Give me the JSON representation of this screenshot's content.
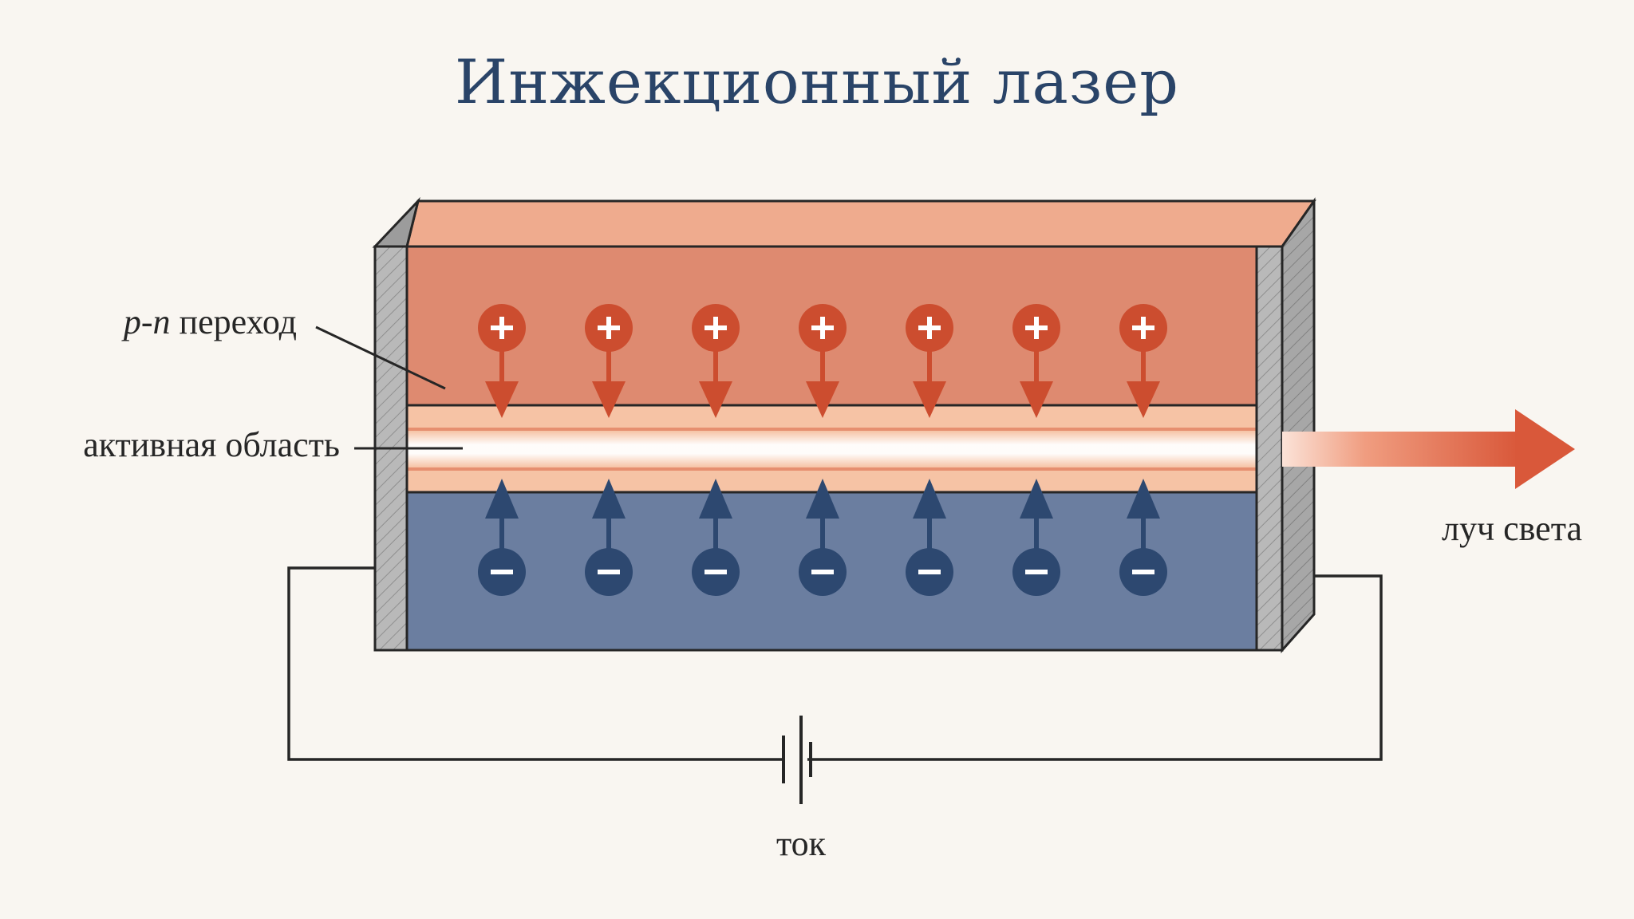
{
  "title": "Инжекционный лазер",
  "labels": {
    "pn_italic": "p-n",
    "pn_rest": "переход",
    "active_region": "активная область",
    "beam": "луч света",
    "current": "ток"
  },
  "carriers": {
    "hole_symbol": "+",
    "electron_symbol": "−",
    "count": 7
  },
  "colors": {
    "title": "#2a4468",
    "p_layer": "#de8a70",
    "p_top": "#efab8e",
    "active_layer": "#f6c3a5",
    "n_layer": "#6b7ea0",
    "hole": "#cc4d2f",
    "electron": "#2d4870",
    "beam": "#d9583a",
    "contact": "#b8b8b8",
    "wire": "#262626"
  }
}
